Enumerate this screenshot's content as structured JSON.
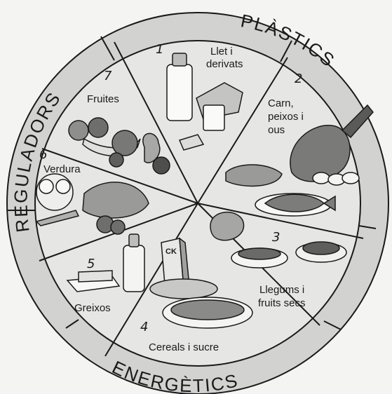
{
  "title": "",
  "colors": {
    "paper": "#f4f4f2",
    "ink": "#1a1a1a",
    "ring_fill": "#d2d2d0",
    "wedge_fill": "#e6e6e4",
    "food_shade": "#8c8c8a"
  },
  "outer_ring": {
    "plastics": "PLÀSTICS",
    "reguladors": "REGULADORS",
    "energetics": "ENERGÈTICS"
  },
  "sectors": [
    {
      "number": "1",
      "label_lines": [
        "Llet i",
        "derivats"
      ],
      "icon": "milk-icon"
    },
    {
      "number": "2",
      "label_lines": [
        "Carn,",
        "peixos i",
        "ous"
      ],
      "icon": "meat-icon"
    },
    {
      "number": "3",
      "label_lines": [
        "Llegums i",
        "fruits secs"
      ],
      "icon": "legumes-icon"
    },
    {
      "number": "4",
      "label_lines": [
        "Cereals i sucre"
      ],
      "icon": "cereal-icon"
    },
    {
      "number": "5",
      "label_lines": [
        "Greixos"
      ],
      "icon": "oil-icon"
    },
    {
      "number": "6",
      "label_lines": [
        "Verdura"
      ],
      "icon": "vegetable-icon"
    },
    {
      "number": "7",
      "label_lines": [
        "Fruites"
      ],
      "icon": "fruit-icon"
    }
  ],
  "product_labels": {
    "cereal_box": "CK"
  }
}
